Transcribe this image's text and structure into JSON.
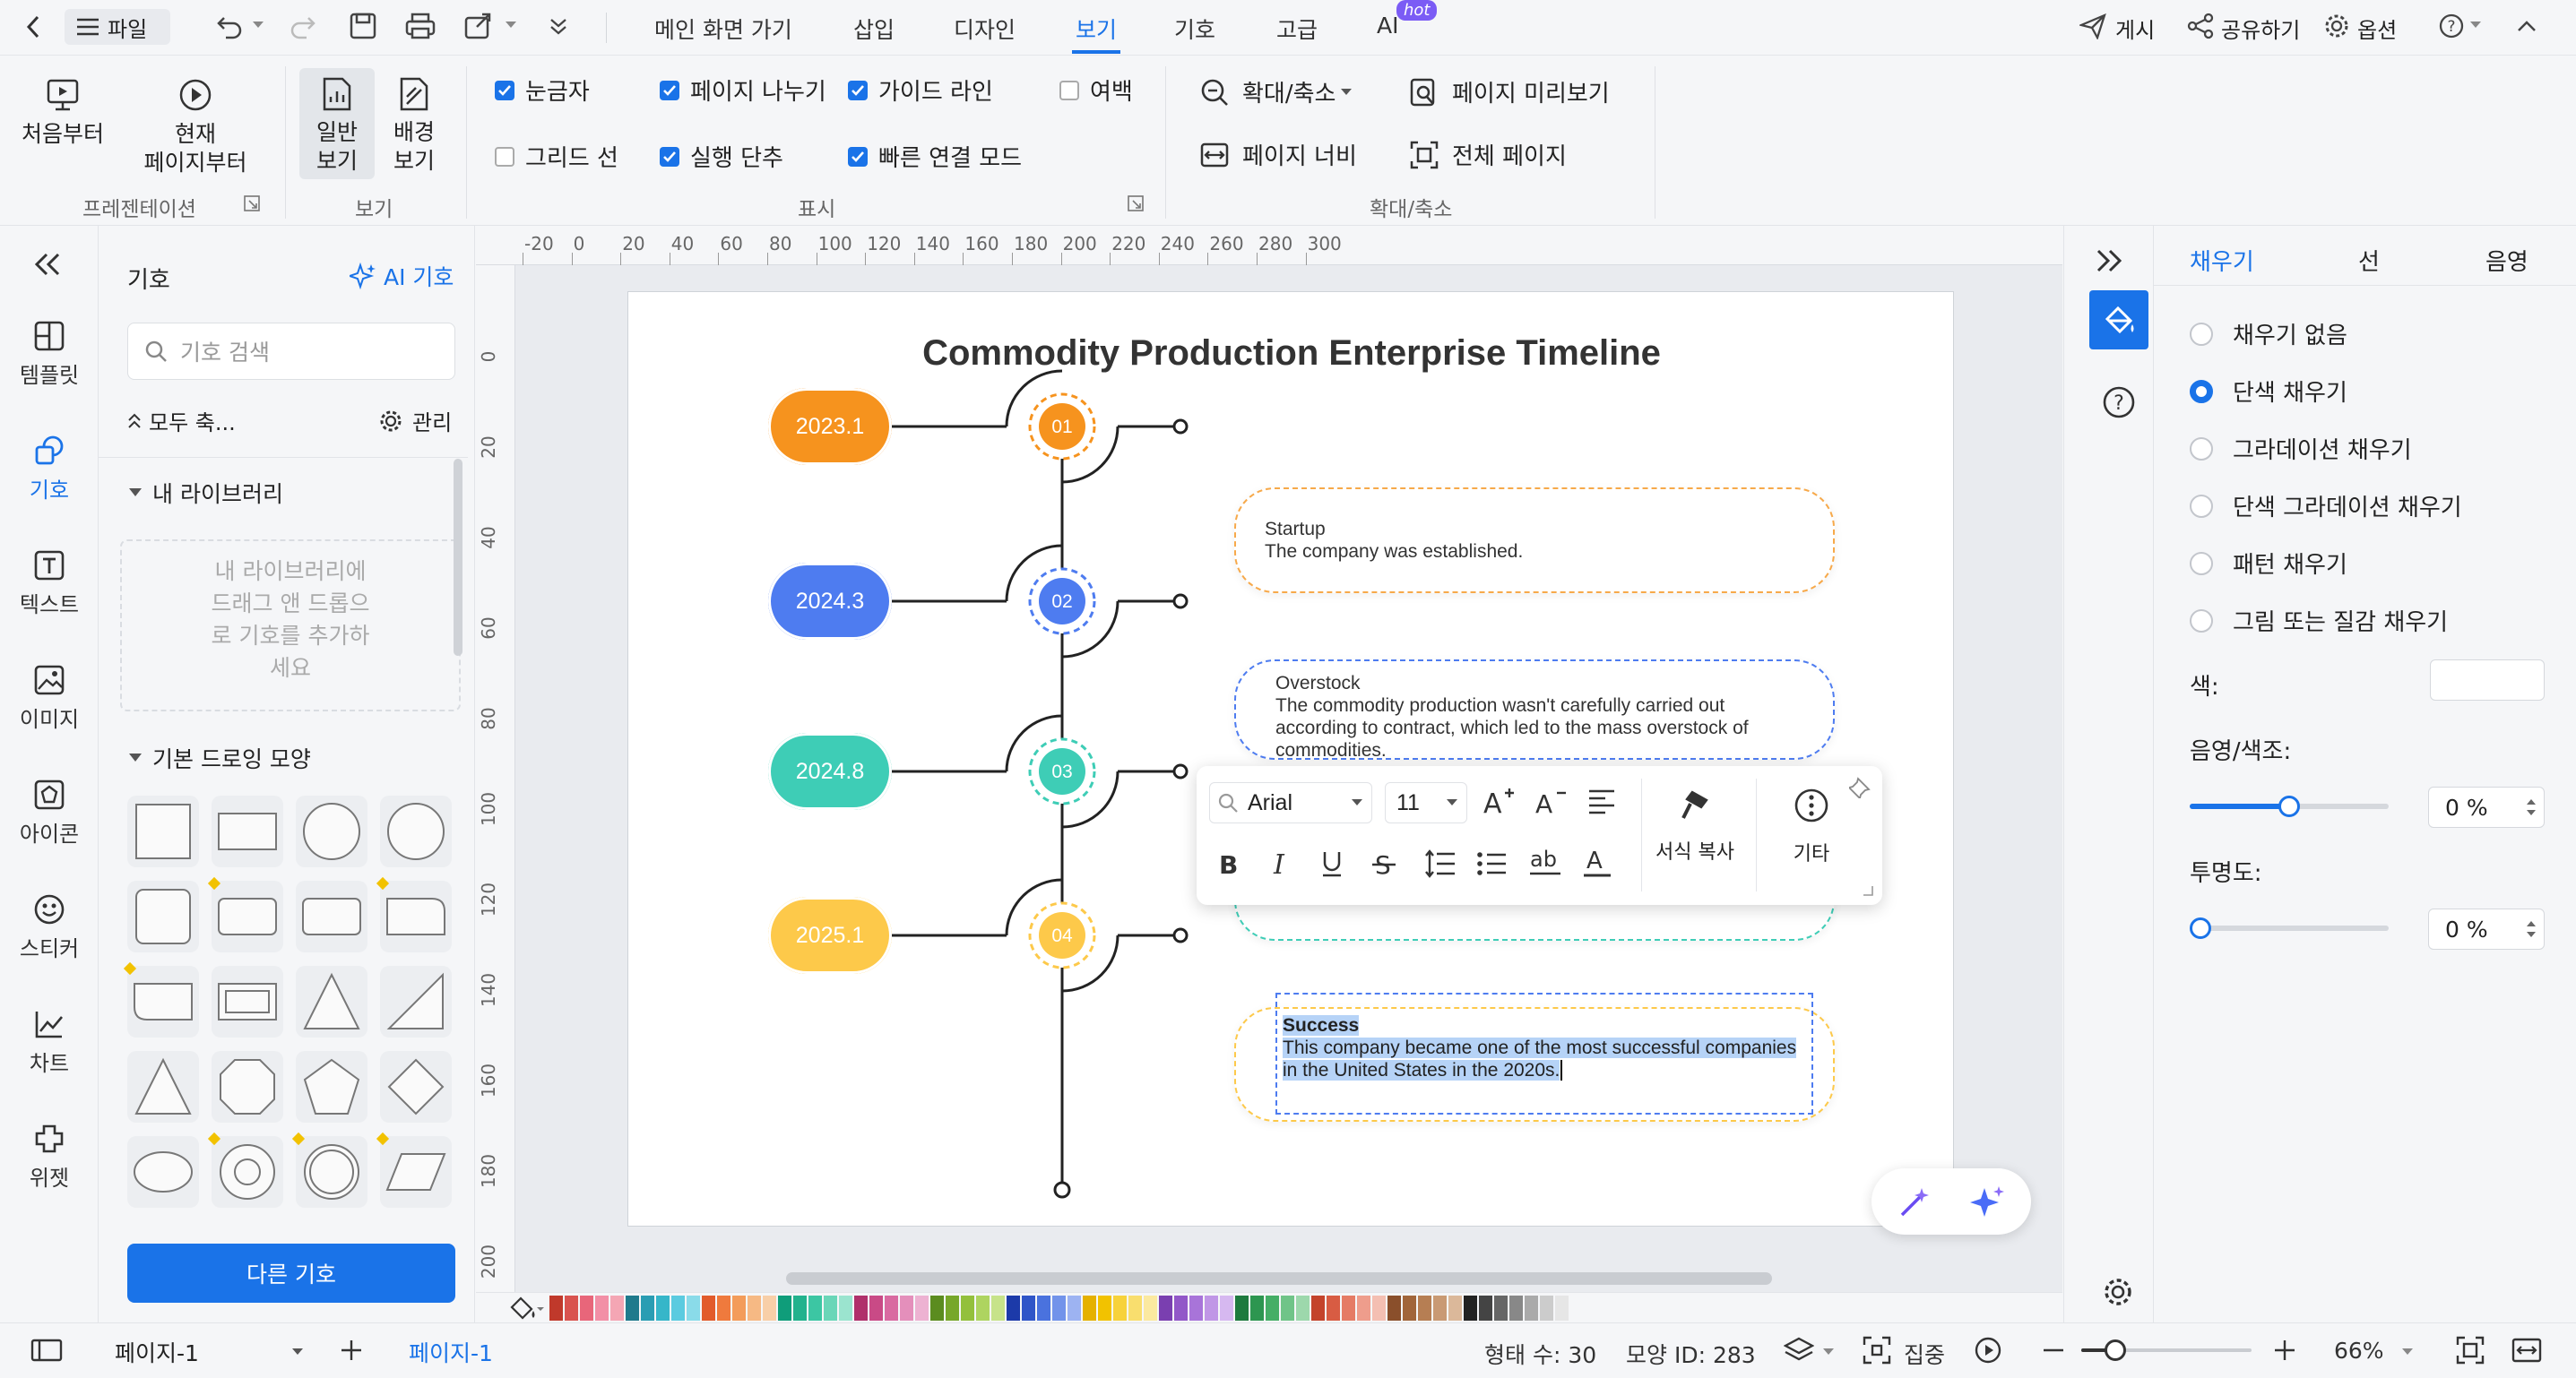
{
  "topbar": {
    "file": "파일",
    "menu": [
      "메인 화면 가기",
      "삽입",
      "디자인",
      "보기",
      "기호",
      "고급",
      "AI"
    ],
    "hot": "hot",
    "publish": "게시",
    "share": "공유하기",
    "options": "옵션"
  },
  "ribbon": {
    "from_start": "처음부터",
    "from_current_1": "현재",
    "from_current_2": "페이지부터",
    "presentation": "프레젠테이션",
    "normal_1": "일반",
    "normal_2": "보기",
    "bg_1": "배경",
    "bg_2": "보기",
    "view": "보기",
    "ruler": "눈금자",
    "pagebreak": "페이지 나누기",
    "guideline": "가이드 라인",
    "margin": "여백",
    "grid": "그리드 선",
    "undo_redo": "실행 단추",
    "quick_connect": "빠른 연결 모드",
    "display": "표시",
    "zoom": "확대/축소",
    "preview": "페이지 미리보기",
    "page_width": "페이지 너비",
    "full_page": "전체 페이지",
    "zoom_group": "확대/축소"
  },
  "rail": [
    "템플릿",
    "기호",
    "텍스트",
    "이미지",
    "아이콘",
    "스티커",
    "차트",
    "위젯"
  ],
  "sympanel": {
    "title": "기호",
    "ai": "AI 기호",
    "search": "기호 검색",
    "collapse": "모두 축...",
    "manage": "관리",
    "mylib": "내 라이브러리",
    "mylib_hint": [
      "내 라이브러리에",
      "드래그 앤 드롭으",
      "로 기호를 추가하",
      "세요"
    ],
    "basic": "기본 드로잉 모양",
    "more": "다른 기호"
  },
  "ruler_h": [
    "-20",
    "0",
    "20",
    "40",
    "60",
    "80",
    "100",
    "120",
    "140",
    "160",
    "180",
    "200",
    "220",
    "240",
    "260",
    "280",
    "300"
  ],
  "ruler_v": [
    "0",
    "20",
    "40",
    "60",
    "80",
    "100",
    "120",
    "140",
    "160",
    "180",
    "200"
  ],
  "diagram": {
    "title": "Commodity Production Enterprise Timeline",
    "items": [
      {
        "date": "2023.1",
        "num": "01",
        "color": "#f6931e",
        "head": "Startup",
        "body": "The company was established."
      },
      {
        "date": "2024.3",
        "num": "02",
        "color": "#4e7cf0",
        "head": "Overstock",
        "body": "The commodity production wasn't carefully carried out according to contract, which led to the mass overstock of commodities."
      },
      {
        "date": "2024.8",
        "num": "03",
        "color": "#3ecdb6",
        "head": "",
        "body": ""
      },
      {
        "date": "2025.1",
        "num": "04",
        "color": "#fdc94a",
        "head": "Success",
        "body": "This company became one of the most successful companies in the United States in the 2020s."
      }
    ]
  },
  "floatbar": {
    "font": "Arial",
    "size": "11",
    "format_copy": "서식 복사",
    "more": "기타"
  },
  "rightpanel": {
    "tabs": [
      "채우기",
      "선",
      "음영"
    ],
    "fill_options": [
      "채우기 없음",
      "단색 채우기",
      "그라데이션 채우기",
      "단색 그라데이션 채우기",
      "패턴 채우기",
      "그림 또는 질감 채우기"
    ],
    "selected_fill": 1,
    "color": "색:",
    "shade": "음영/색조:",
    "shade_val": "0 %",
    "shade_level": 0.5,
    "transparency": "투명도:",
    "trans_val": "0 %",
    "trans_level": 0
  },
  "status": {
    "page_sel": "페이지-1",
    "page_tab": "페이지-1",
    "shapes": "형태 수: 30",
    "shape_id": "모양 ID: 283",
    "focus": "집중",
    "zoom": "66%"
  },
  "palette": [
    "#c0392b",
    "#d9534f",
    "#e8667a",
    "#f28fa6",
    "#f4a6b4",
    "#1f7a8c",
    "#2a9db3",
    "#36b6c9",
    "#5bcbe0",
    "#8adbe9",
    "#e25b2b",
    "#ef7a3d",
    "#f39c5a",
    "#f6b984",
    "#f8cfa8",
    "#0f9d7a",
    "#22b28d",
    "#3cc6a3",
    "#6ad6b8",
    "#9be4cf",
    "#b0306b",
    "#c94a86",
    "#d96aa1",
    "#e48fbb",
    "#edb2d2",
    "#5b8c1f",
    "#77a72a",
    "#93c03c",
    "#aed460",
    "#c7e38a",
    "#1c3aa9",
    "#2f55c8",
    "#4a72de",
    "#7293ea",
    "#9db3f2",
    "#e5b100",
    "#f2c200",
    "#f7d23b",
    "#f9de6e",
    "#fbe9a0",
    "#7a3fb0",
    "#9257c8",
    "#a874d9",
    "#c096e6",
    "#d6b8f0",
    "#1e7a3e",
    "#2d9650",
    "#45ae66",
    "#70c488",
    "#9dd8ac",
    "#c4432b",
    "#d85c43",
    "#e57b65",
    "#ee9d8c",
    "#f4bfb2",
    "#8a4f2b",
    "#a1653a",
    "#b67e53",
    "#c99a74",
    "#dbb89a",
    "#222222",
    "#444444",
    "#666666",
    "#888888",
    "#aaaaaa",
    "#cccccc",
    "#e6e6e6"
  ]
}
